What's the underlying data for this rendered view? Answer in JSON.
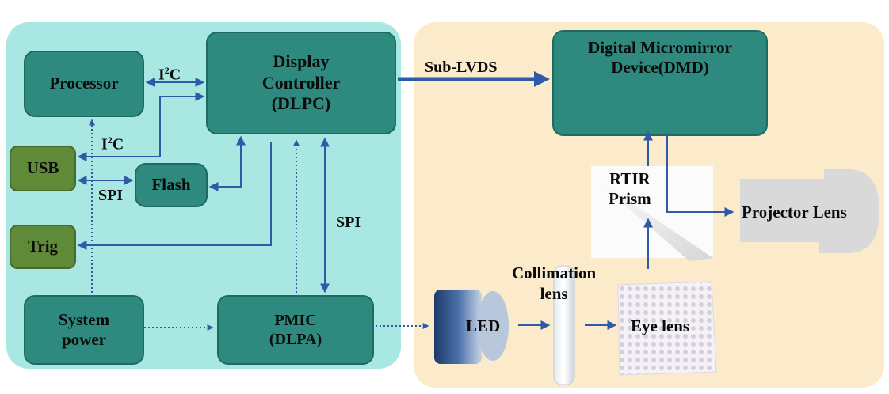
{
  "blocks": {
    "processor": "Processor",
    "dlpc": "Display\nController\n(DLPC)",
    "usb": "USB",
    "flash": "Flash",
    "trig": "Trig",
    "system_power": "System\npower",
    "pmic": "PMIC\n(DLPA)",
    "dmd": "Digital Micromirror\nDevice(DMD)"
  },
  "labels": {
    "i2c_top": "I",
    "i2c_top_sup": "2",
    "i2c_top_tail": "C",
    "i2c_left": "I",
    "i2c_left_sup": "2",
    "i2c_left_tail": "C",
    "spi_flash": "SPI",
    "spi_pmic": "SPI",
    "sub_lvds": "Sub-LVDS",
    "rtir_prism": "RTIR\nPrism",
    "projector_lens": "Projector Lens",
    "collimation_lens": "Collimation\nlens",
    "led": "LED",
    "eye_lens": "Eye lens"
  },
  "colors": {
    "left_panel": "#a9e7e2",
    "right_panel": "#fbebcb",
    "block": "#2e8a7e",
    "green_block": "#5f8a37",
    "arrow": "#2f5aa8"
  }
}
